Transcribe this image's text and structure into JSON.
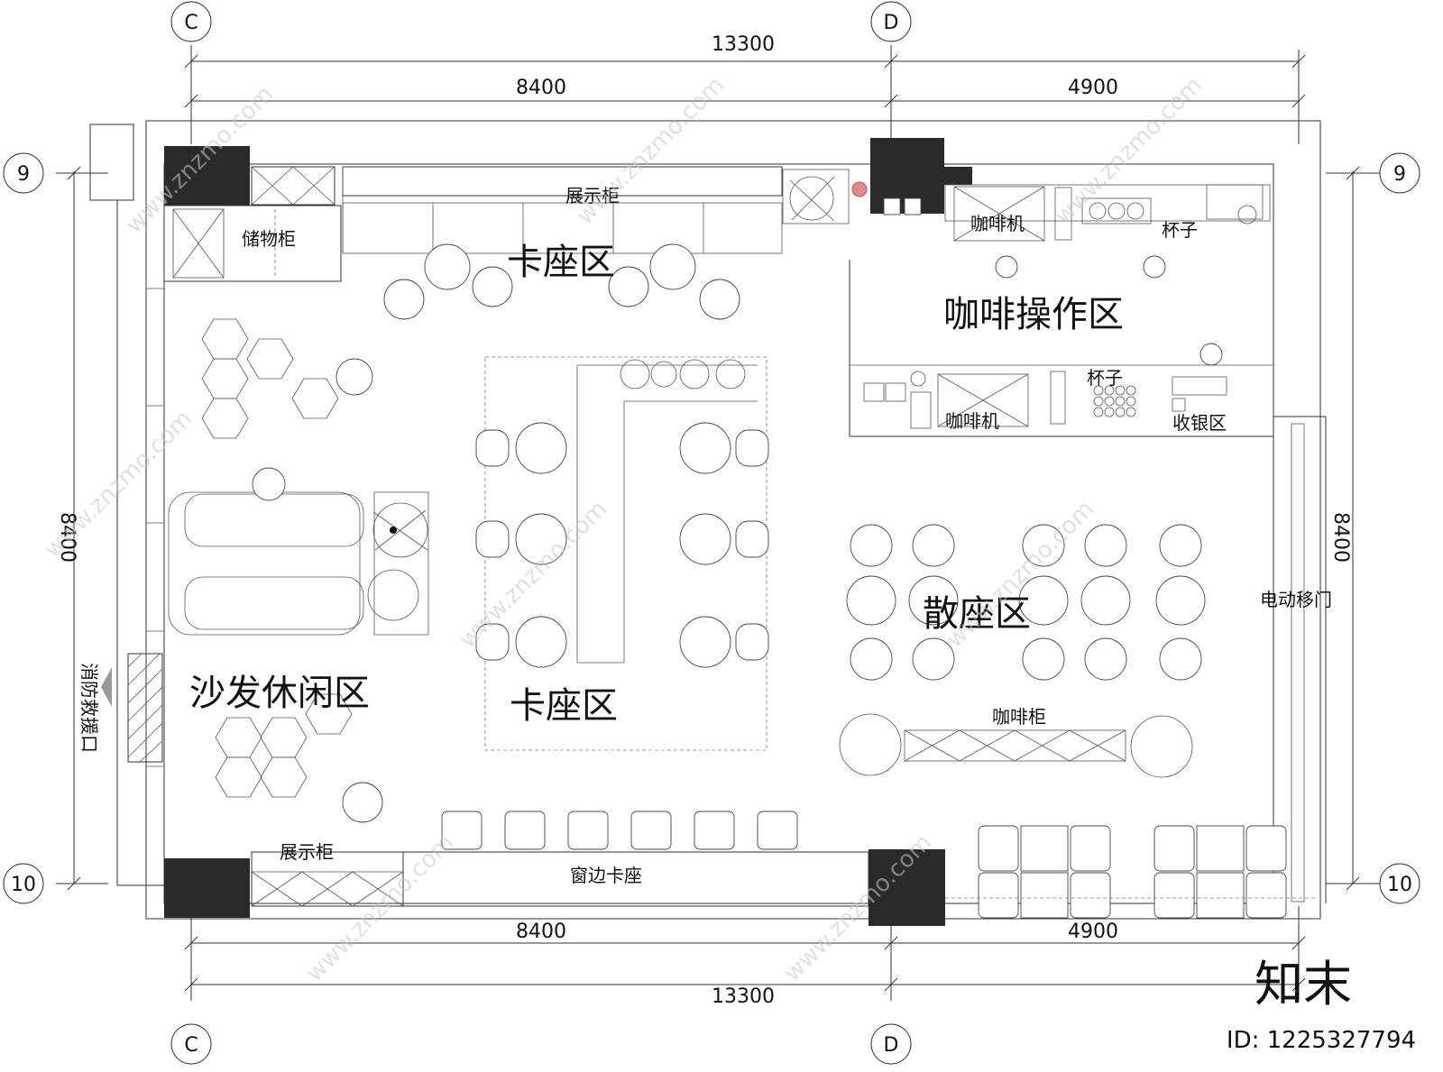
{
  "dimensions": {
    "top_total": "13300",
    "top_left": "8400",
    "top_right": "4900",
    "bottom_left": "8400",
    "bottom_right": "4900",
    "bottom_total": "13300",
    "left_height": "8400",
    "right_height": "8400"
  },
  "grid_axes": {
    "c_top": "C",
    "d_top": "D",
    "c_bottom": "C",
    "d_bottom": "D",
    "nine_left": "9",
    "nine_right": "9",
    "ten_left": "10",
    "ten_right": "10"
  },
  "labels": {
    "storage_cabinet": "储物柜",
    "display_cabinet_top": "展示柜",
    "booth_area_top": "卡座区",
    "coffee_machine_top": "咖啡机",
    "cups_top": "杯子",
    "coffee_operation": "咖啡操作区",
    "cups_mid": "杯子",
    "coffee_machine_mid": "咖啡机",
    "cashier": "收银区",
    "sofa_lounge": "沙发休闲区",
    "booth_area_center": "卡座区",
    "casual_seating": "散座区",
    "electric_door": "电动移门",
    "coffee_cabinet": "咖啡柜",
    "display_cabinet_bottom": "展示柜",
    "window_booth": "窗边卡座",
    "fire_rescue_entry": "消防救援口"
  },
  "watermark": {
    "site": "www.znzmo.com",
    "brand": "知末",
    "id": "ID: 1225327794"
  }
}
